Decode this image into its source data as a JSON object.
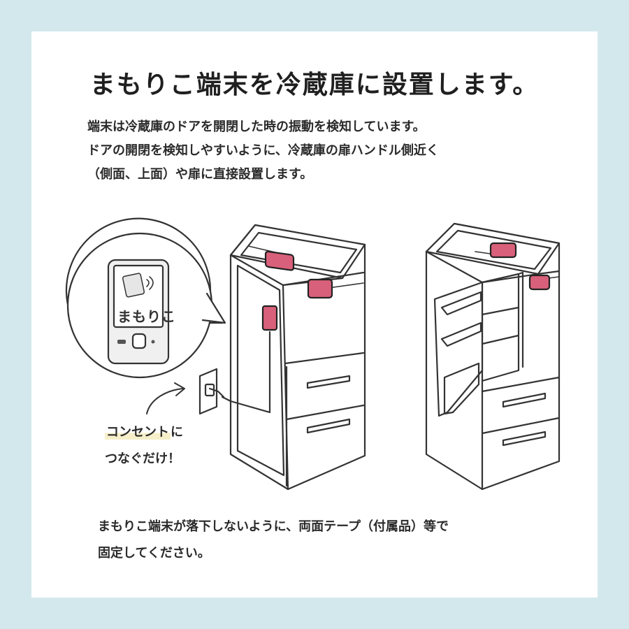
{
  "title": "まもりこ端末を冷蔵庫に設置します。",
  "lead": [
    "端末は冷蔵庫のドアを開閉した時の振動を検知しています。",
    "ドアの開閉を検知しやすいように、冷蔵庫の扉ハンドル側近く",
    "（側面、上面）や扉に直接設置します。"
  ],
  "device_label": "まもりこ",
  "callout": {
    "highlight": "コンセント",
    "rest_line1": "に",
    "line2": "つなぐだけ！"
  },
  "note": [
    "まもりこ端末が落下しないように、両面テープ（付属品）等で",
    "固定してください。"
  ],
  "colors": {
    "background": "#d3e8ed",
    "card": "#ffffff",
    "device_pink": "#d9607a",
    "highlight": "#f6efc9",
    "line": "#333333"
  },
  "icons": [
    "smartphone-icon",
    "wifi-icon",
    "plug-icon",
    "arrow-icon",
    "fridge-icon"
  ]
}
